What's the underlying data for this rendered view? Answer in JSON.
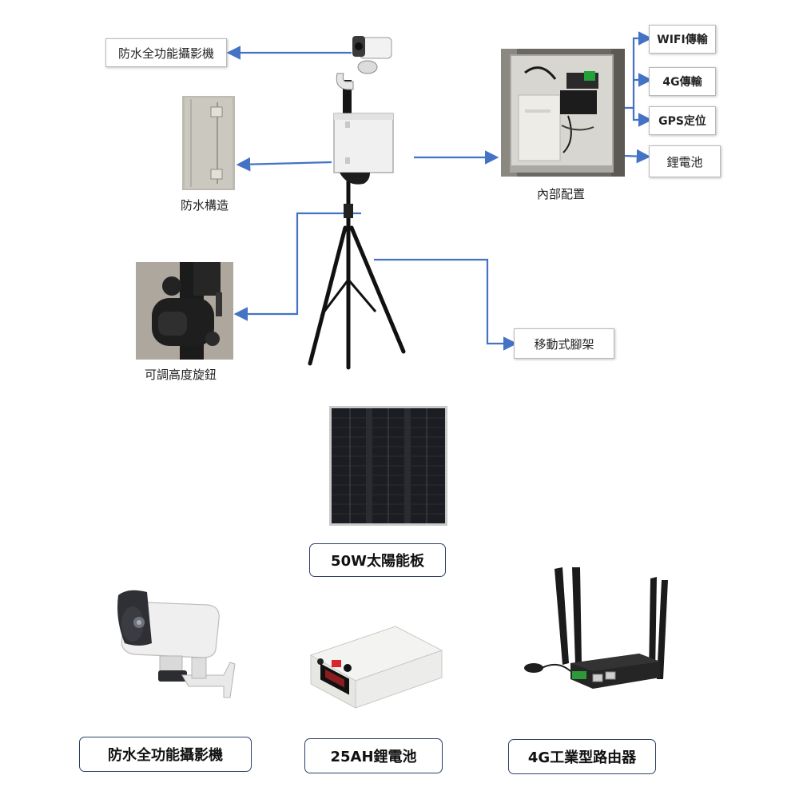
{
  "callouts": {
    "camera": "防水全功能攝影機",
    "waterproof": "防水構造",
    "internal": "內部配置",
    "wifi": "WIFI傳輸",
    "g4": "4G傳輸",
    "gps": "GPS定位",
    "battery": "鋰電池",
    "knob": "可調高度旋鈕",
    "tripod": "移動式腳架"
  },
  "components": {
    "solar": "50W太陽能板",
    "camera": "防水全功能攝影機",
    "battery": "25AH鋰電池",
    "router": "4G工業型路由器"
  },
  "colors": {
    "arrow": "#4472c4",
    "box_border": "#2e3f66"
  }
}
